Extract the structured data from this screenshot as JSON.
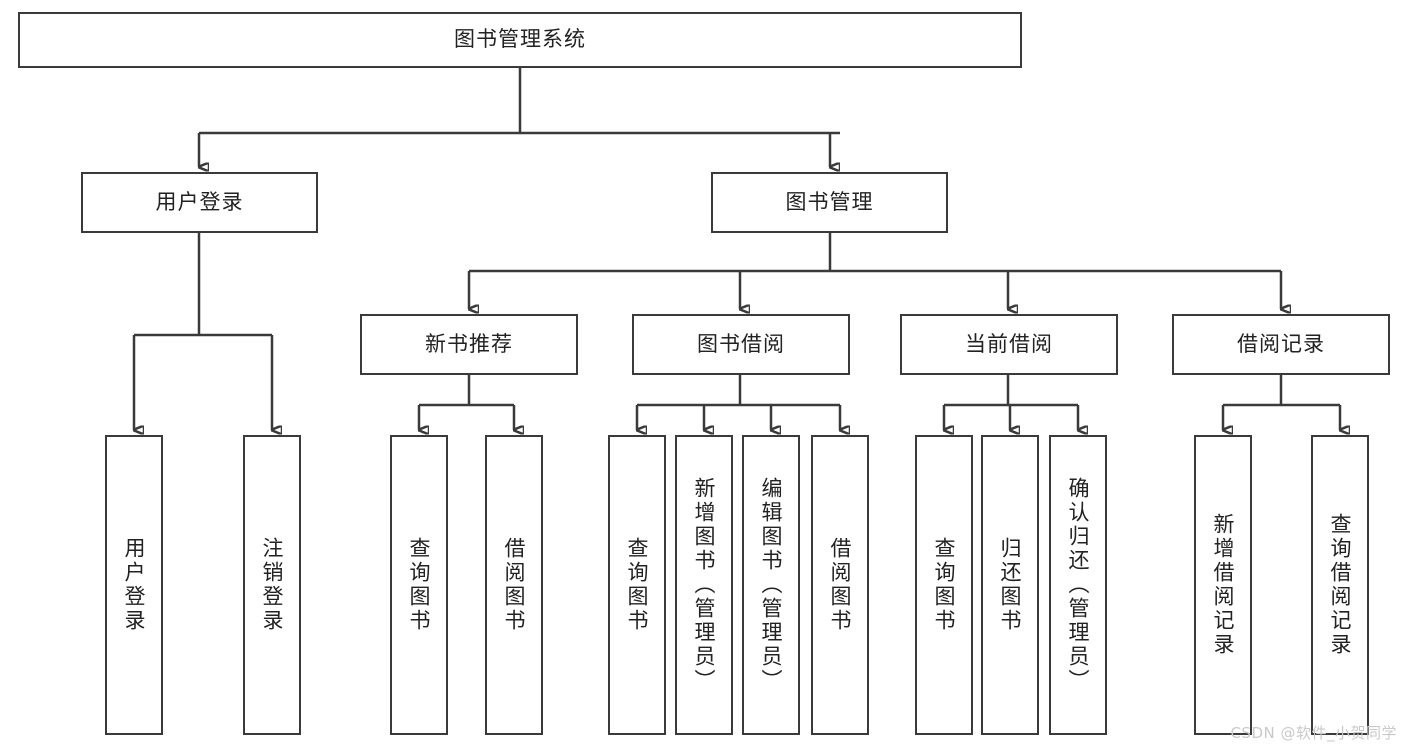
{
  "diagram": {
    "title": "图书管理系统",
    "type": "tree-hierarchy",
    "watermark": "CSDN @软件_小贺同学",
    "colors": {
      "stroke": "#3a3a3a",
      "fill": "#ffffff",
      "text": "#222222",
      "watermark": "#c9c9c9"
    },
    "root": {
      "label": "图书管理系统"
    },
    "level2": [
      {
        "label": "用户登录"
      },
      {
        "label": "图书管理"
      }
    ],
    "level3": [
      {
        "label": "新书推荐"
      },
      {
        "label": "图书借阅"
      },
      {
        "label": "当前借阅"
      },
      {
        "label": "借阅记录"
      }
    ],
    "leaves": {
      "user_login": [
        {
          "label": "用户登录"
        },
        {
          "label": "注销登录"
        }
      ],
      "new_book_recommend": [
        {
          "label": "查询图书"
        },
        {
          "label": "借阅图书"
        }
      ],
      "book_borrow": [
        {
          "label": "查询图书"
        },
        {
          "label": "新增图书（管理员）"
        },
        {
          "label": "编辑图书（管理员）"
        },
        {
          "label": "借阅图书"
        }
      ],
      "current_borrow": [
        {
          "label": "查询图书"
        },
        {
          "label": "归还图书"
        },
        {
          "label": "确认归还（管理员）"
        }
      ],
      "borrow_record": [
        {
          "label": "新增借阅记录"
        },
        {
          "label": "查询借阅记录"
        }
      ]
    }
  }
}
